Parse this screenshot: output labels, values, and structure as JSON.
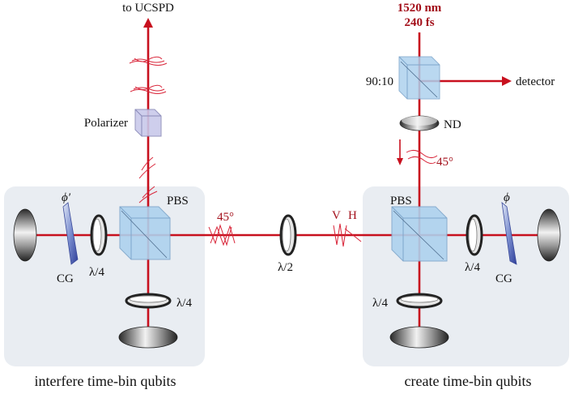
{
  "labels": {
    "to_ucspd": "to UCSPD",
    "source_wavelength": "1520 nm",
    "source_duration": "240 fs",
    "splitter_ratio": "90:10",
    "detector": "detector",
    "nd": "ND",
    "angle_45_right": "45°",
    "polarizer": "Polarizer",
    "phi_prime": "ϕ′",
    "phi": "ϕ",
    "pbs_left": "PBS",
    "pbs_right": "PBS",
    "angle_45_center": "45°",
    "pol_v": "V",
    "pol_h": "H",
    "qwp_left_horizontal": "λ/4",
    "qwp_left_vertical": "λ/4",
    "cg_left": "CG",
    "hwp_center": "λ/2",
    "qwp_right_horizontal": "λ/4",
    "qwp_right_vertical": "λ/4",
    "cg_right": "CG"
  },
  "captions": {
    "left": "interfere time-bin qubits",
    "right": "create time-bin qubits"
  },
  "colors": {
    "beam": "#c8101e",
    "panel": "#e9edf2",
    "cube": "#aed2ee",
    "text_red": "#a30f1a"
  }
}
